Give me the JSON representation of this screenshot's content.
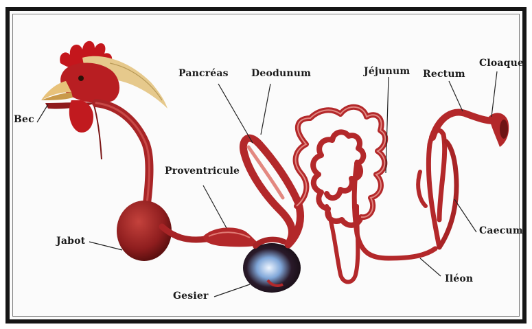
{
  "labels": {
    "bec": "Bec",
    "jabot": "Jabot",
    "proventricule": "Proventricule",
    "gesier": "Gesier",
    "pancreas": "Pancréas",
    "deodunum": "Deodunum",
    "jejunum": "Jéjunum",
    "rectum": "Rectum",
    "cloaque": "Cloaque",
    "caecum": "Caecum",
    "ileon": "Iléon"
  },
  "colors": {
    "organ": "#b3282a",
    "organ_light": "#e07070",
    "organ_dark": "#6e1414",
    "comb": "#c4161c",
    "beak": "#e8c27a",
    "gizzard": "#2a1a22",
    "gizzard_highlight": "#cfe2ff",
    "leader": "#222222",
    "border": "#161616"
  }
}
